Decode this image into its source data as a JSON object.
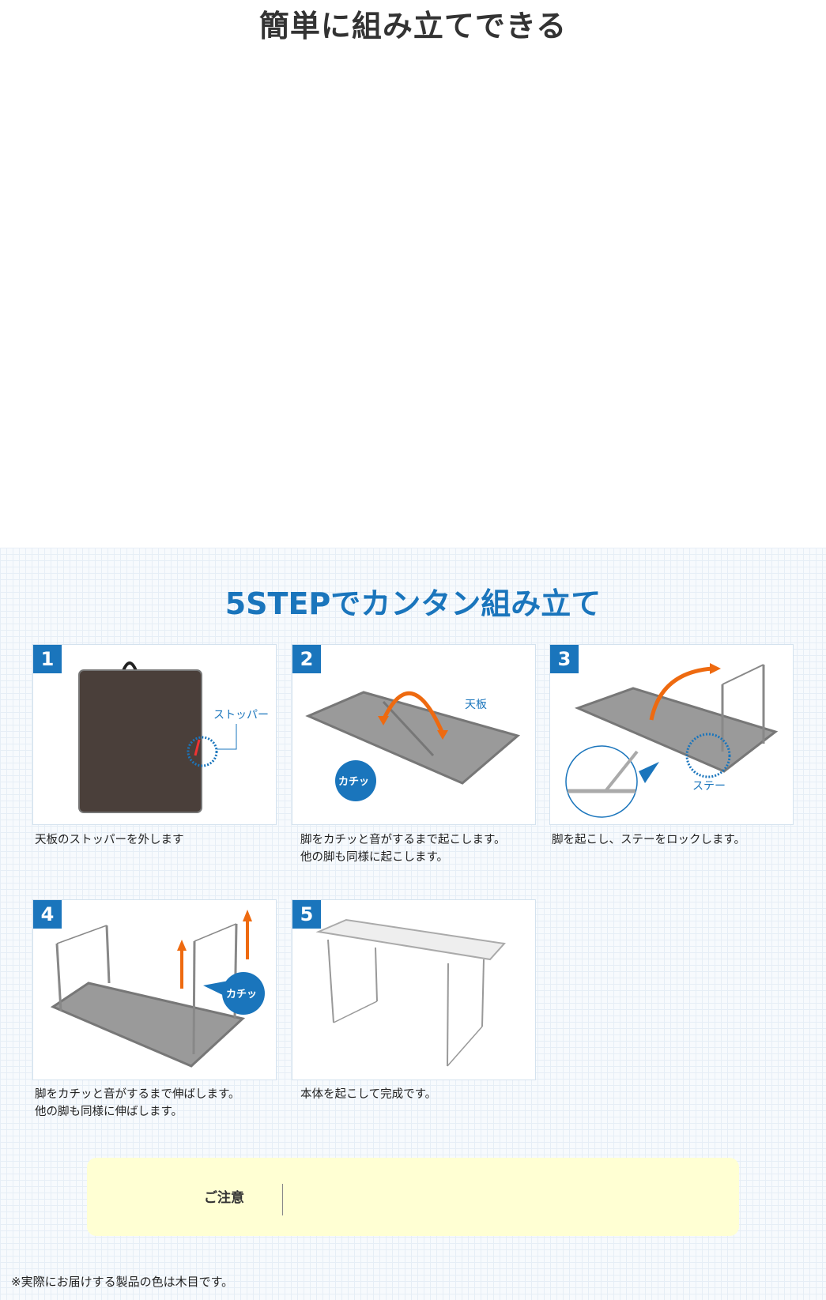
{
  "heading": "簡単に組み立てできる",
  "steps_section": {
    "title": "5STEPでカンタン組み立て",
    "steps": [
      {
        "number": "1",
        "labels": [
          "ストッパー"
        ],
        "caption": [
          "天板のストッパーを外します"
        ]
      },
      {
        "number": "2",
        "labels": [
          "天板",
          "カチッ"
        ],
        "caption": [
          "脚をカチッと音がするまで起こします。",
          "他の脚も同様に起こします。"
        ]
      },
      {
        "number": "3",
        "labels": [
          "ステー"
        ],
        "caption": [
          "脚を起こし、ステーをロックします。"
        ]
      },
      {
        "number": "4",
        "labels": [
          "カチッ"
        ],
        "caption": [
          "脚をカチッと音がするまで伸ばします。",
          "他の脚も同様に伸ばします。"
        ]
      },
      {
        "number": "5",
        "labels": [],
        "caption": [
          "本体を起こして完成です。"
        ]
      }
    ],
    "notice": {
      "title": "ご注意"
    },
    "footnote": "※実際にお届けする製品の色は木目です。"
  },
  "colors": {
    "accent": "#1a75bc",
    "arrow": "#ee6a10",
    "notice_bg": "#ffffd3"
  }
}
